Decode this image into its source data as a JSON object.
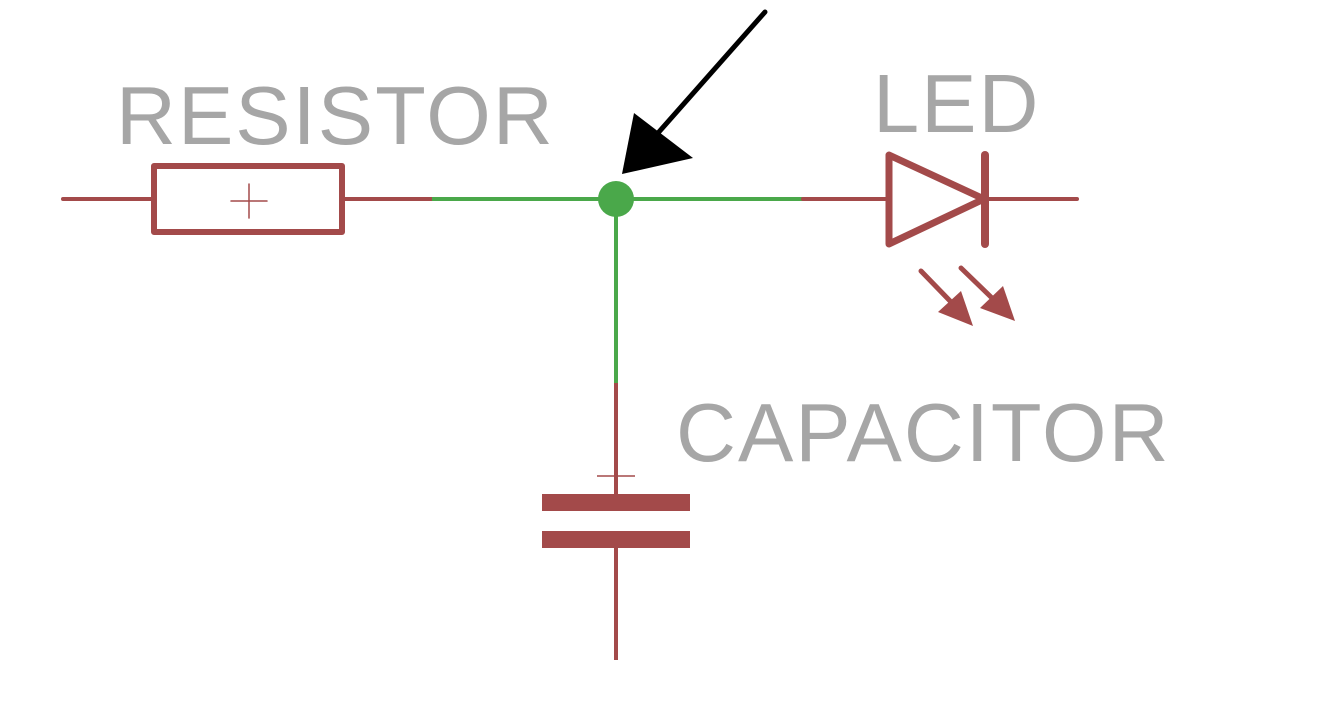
{
  "labels": {
    "resistor": "RESISTOR",
    "led": "LED",
    "capacitor": "CAPACITOR"
  },
  "colors": {
    "background": "#ffffff",
    "component": "#a34a4a",
    "net_wire": "#4aa84a",
    "junction": "#4aa84a",
    "label_text": "#a6a6a6",
    "pointer_arrow": "#000000"
  },
  "icons": {
    "resistor": "resistor-symbol",
    "led": "led-diode-symbol",
    "capacitor": "capacitor-symbol",
    "junction": "junction-dot",
    "pointer": "pointer-arrow"
  }
}
